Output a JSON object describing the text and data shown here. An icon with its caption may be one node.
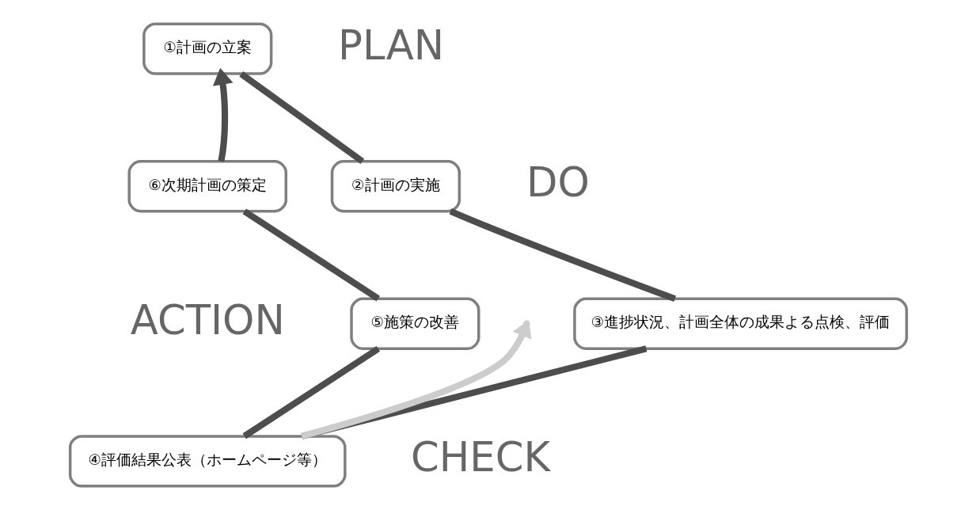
{
  "diagram": {
    "nodes": [
      {
        "text": [
          "①計画の立案"
        ]
      },
      {
        "text": [
          "②計画の実施"
        ]
      },
      {
        "text": [
          "③進捗状況、計画全体の成果よる点検、評価"
        ]
      },
      {
        "text": [
          "④評価結果公表（ホームページ等）"
        ]
      },
      {
        "text": [
          "⑤施策の改善"
        ]
      },
      {
        "text": [
          "⑥次期計画の策定"
        ]
      }
    ],
    "edges": [
      {
        "from": 0,
        "to": 1,
        "arrow": "none"
      },
      {
        "from": 1,
        "to": 2,
        "arrow": "none"
      },
      {
        "from": 2,
        "to": 3,
        "arrow": "none"
      },
      {
        "from": 3,
        "to": 4,
        "arrow": "none"
      },
      {
        "from": 4,
        "to": 5,
        "arrow": "none"
      },
      {
        "from": 5,
        "to": 0,
        "arrow": "to"
      },
      {
        "from": 3,
        "to": null,
        "arrow": "to",
        "color": "#cccccc"
      }
    ],
    "labels": [
      "PLAN",
      "DO",
      "ACTION",
      "CHECK"
    ]
  }
}
